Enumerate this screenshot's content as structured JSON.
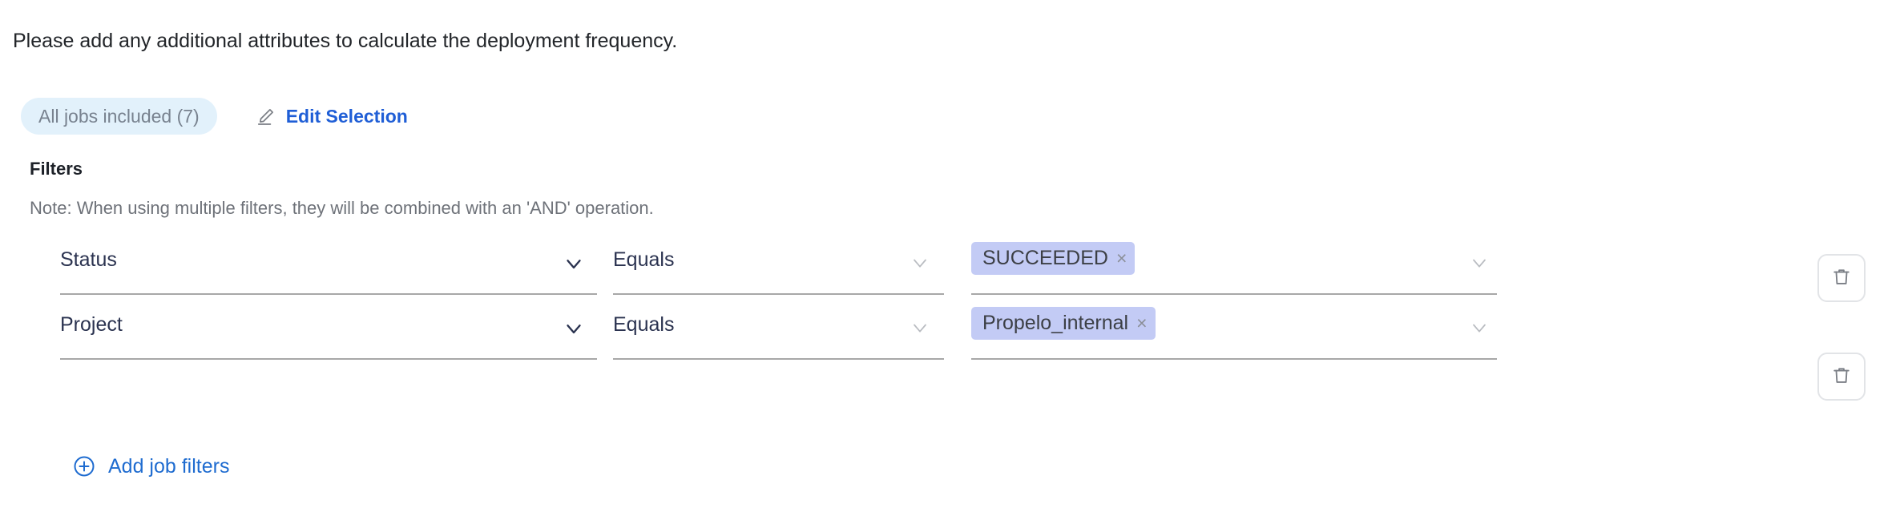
{
  "intro": {
    "text": "Please add any additional attributes to calculate the deployment frequency."
  },
  "jobs_selection": {
    "pill_label": "All jobs included (7)",
    "edit_label": "Edit Selection",
    "edit_icon": "pencil-icon",
    "pill_bg": "#e2f1fb",
    "pill_text_color": "#78828f",
    "link_color": "#1f5ed6"
  },
  "filters": {
    "heading": "Filters",
    "note": "Note: When using multiple filters, they will be combined with an 'AND' operation.",
    "delete_icon": "trash-icon",
    "caret_icon": "chevron-down-icon",
    "chip_remove_icon": "close-icon",
    "chip_bg": "#c3cbf5",
    "rows": [
      {
        "field": "Status",
        "operator": "Equals",
        "values": [
          "SUCCEEDED"
        ],
        "remove_glyph": "×"
      },
      {
        "field": "Project",
        "operator": "Equals",
        "values": [
          "Propelo_internal"
        ],
        "remove_glyph": "×"
      }
    ]
  },
  "add_filters": {
    "label": "Add job filters",
    "icon": "plus-circle-icon",
    "color": "#1f6cd0"
  }
}
